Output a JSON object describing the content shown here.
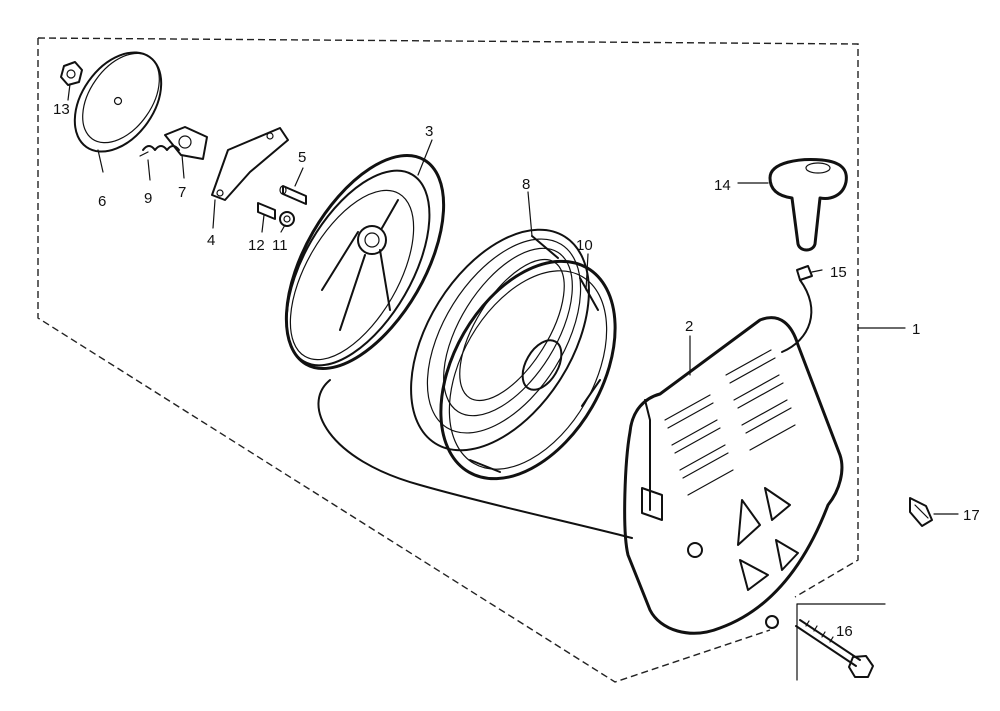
{
  "diagram": {
    "type": "exploded-parts-diagram",
    "callouts": [
      {
        "id": "part-1",
        "number": "1"
      },
      {
        "id": "part-2",
        "number": "2"
      },
      {
        "id": "part-3",
        "number": "3"
      },
      {
        "id": "part-4",
        "number": "4"
      },
      {
        "id": "part-5",
        "number": "5"
      },
      {
        "id": "part-6",
        "number": "6"
      },
      {
        "id": "part-7",
        "number": "7"
      },
      {
        "id": "part-8",
        "number": "8"
      },
      {
        "id": "part-9",
        "number": "9"
      },
      {
        "id": "part-10",
        "number": "10"
      },
      {
        "id": "part-11",
        "number": "11"
      },
      {
        "id": "part-12",
        "number": "12"
      },
      {
        "id": "part-13",
        "number": "13"
      },
      {
        "id": "part-14",
        "number": "14"
      },
      {
        "id": "part-15",
        "number": "15"
      },
      {
        "id": "part-16",
        "number": "16"
      },
      {
        "id": "part-17",
        "number": "17"
      }
    ]
  }
}
